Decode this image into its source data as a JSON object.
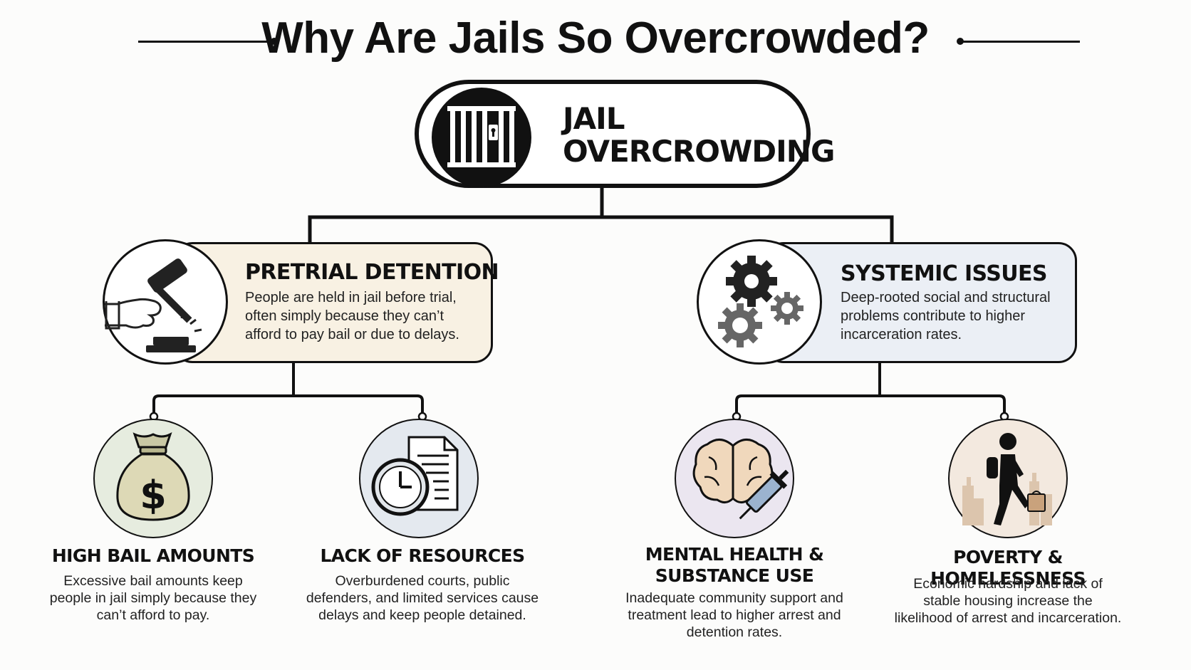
{
  "title": "Why Are Jails So Overcrowded?",
  "main": {
    "label_line1": "JAIL",
    "label_line2": "OVERCROWDING",
    "icon": "jail-bars-icon"
  },
  "branches": [
    {
      "title": "PRETRIAL DETENTION",
      "description": "People are held in jail before trial, often simply because they can’t afford to pay bail or due to delays.",
      "icon": "gavel-icon",
      "color": "#f8f1e3",
      "children": [
        {
          "title": "HIGH BAIL AMOUNTS",
          "description": "Excessive bail amounts keep people in jail simply because they can’t afford to pay.",
          "icon": "money-bag-icon",
          "color": "#e6ecdf"
        },
        {
          "title": "LACK OF RESOURCES",
          "description": "Overburdened courts, public defenders, and limited services cause delays and keep people detained.",
          "icon": "clock-document-icon",
          "color": "#e4e9ef"
        }
      ]
    },
    {
      "title": "SYSTEMIC ISSUES",
      "description": "Deep-rooted social and structural problems contribute to higher incarceration rates.",
      "icon": "gears-icon",
      "color": "#ebeff5",
      "children": [
        {
          "title": "MENTAL HEALTH & SUBSTANCE USE",
          "description": "Inadequate community support and treatment lead to higher arrest and detention rates.",
          "icon": "brain-syringe-icon",
          "color": "#ebe6f0"
        },
        {
          "title": "POVERTY & HOMELESSNESS",
          "description": "Economic hardship and lack of stable housing increase the likelihood of arrest and incarceration.",
          "icon": "walking-person-icon",
          "color": "#f3e9df"
        }
      ]
    }
  ]
}
